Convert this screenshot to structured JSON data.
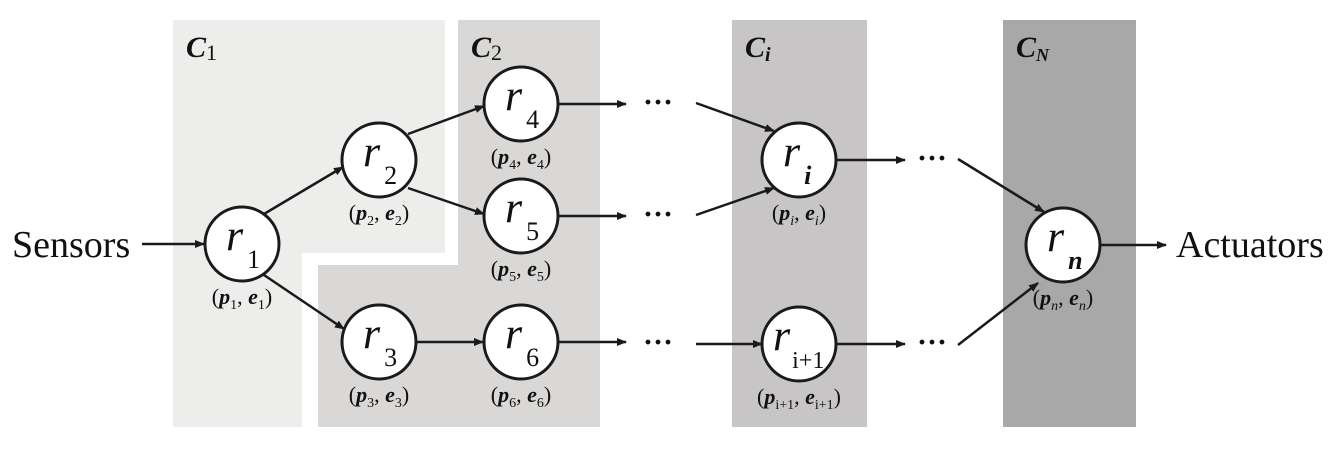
{
  "diagram": {
    "input_label": "Sensors",
    "output_label": "Actuators",
    "ellipsis": "···",
    "clusters": [
      {
        "id": "c1",
        "label_main": "C",
        "label_sub": "1",
        "sub_style": "upright",
        "fill": "#ededec"
      },
      {
        "id": "c2",
        "label_main": "C",
        "label_sub": "2",
        "sub_style": "upright",
        "fill": "#d9d8d7"
      },
      {
        "id": "ci",
        "label_main": "C",
        "label_sub": "i",
        "sub_style": "italic",
        "fill": "#c7c5c6"
      },
      {
        "id": "cn",
        "label_main": "C",
        "label_sub": "N",
        "sub_style": "italic",
        "fill": "#a9a8a8"
      }
    ],
    "nodes": [
      {
        "id": "r1",
        "main": "r",
        "sub": "1",
        "sub_italic": false,
        "param_p": "p",
        "param_e": "e",
        "param_sub": "1"
      },
      {
        "id": "r2",
        "main": "r",
        "sub": "2",
        "sub_italic": false,
        "param_p": "p",
        "param_e": "e",
        "param_sub": "2"
      },
      {
        "id": "r3",
        "main": "r",
        "sub": "3",
        "sub_italic": false,
        "param_p": "p",
        "param_e": "e",
        "param_sub": "3"
      },
      {
        "id": "r4",
        "main": "r",
        "sub": "4",
        "sub_italic": false,
        "param_p": "p",
        "param_e": "e",
        "param_sub": "4"
      },
      {
        "id": "r5",
        "main": "r",
        "sub": "5",
        "sub_italic": false,
        "param_p": "p",
        "param_e": "e",
        "param_sub": "5"
      },
      {
        "id": "r6",
        "main": "r",
        "sub": "6",
        "sub_italic": false,
        "param_p": "p",
        "param_e": "e",
        "param_sub": "6"
      },
      {
        "id": "ri",
        "main": "r",
        "sub": "i",
        "sub_italic": true,
        "param_p": "p",
        "param_e": "e",
        "param_sub": "i"
      },
      {
        "id": "ri1",
        "main": "r",
        "sub": "i+1",
        "sub_italic": false,
        "param_p": "p",
        "param_e": "e",
        "param_sub": "i+1"
      },
      {
        "id": "rn",
        "main": "r",
        "sub": "n",
        "sub_italic": true,
        "param_p": "p",
        "param_e": "e",
        "param_sub": "n"
      }
    ],
    "edges": [
      {
        "from": "sensors",
        "to": "r1"
      },
      {
        "from": "r1",
        "to": "r2"
      },
      {
        "from": "r1",
        "to": "r3"
      },
      {
        "from": "r2",
        "to": "r4"
      },
      {
        "from": "r2",
        "to": "r5"
      },
      {
        "from": "r3",
        "to": "r6"
      },
      {
        "from": "r4",
        "to": "ellipsis-1"
      },
      {
        "from": "r5",
        "to": "ellipsis-2"
      },
      {
        "from": "r6",
        "to": "ellipsis-3"
      },
      {
        "from": "ellipsis-1",
        "to": "ri"
      },
      {
        "from": "ellipsis-2",
        "to": "ri"
      },
      {
        "from": "ellipsis-3",
        "to": "ri1"
      },
      {
        "from": "ri",
        "to": "ellipsis-4"
      },
      {
        "from": "ri1",
        "to": "ellipsis-5"
      },
      {
        "from": "ellipsis-4",
        "to": "rn"
      },
      {
        "from": "ellipsis-5",
        "to": "rn"
      },
      {
        "from": "rn",
        "to": "actuators"
      }
    ]
  }
}
